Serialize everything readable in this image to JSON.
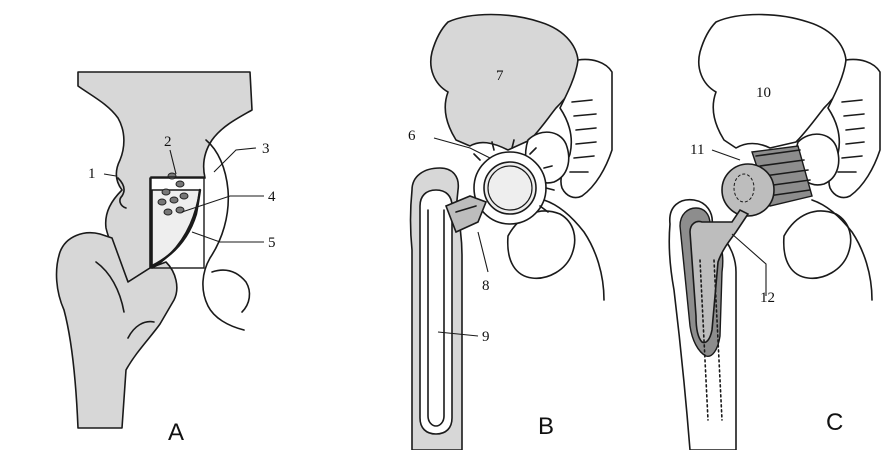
{
  "panels": [
    "A",
    "B",
    "C"
  ],
  "labels": [
    "1",
    "2",
    "3",
    "4",
    "5",
    "6",
    "7",
    "8",
    "9",
    "10",
    "11",
    "12"
  ]
}
